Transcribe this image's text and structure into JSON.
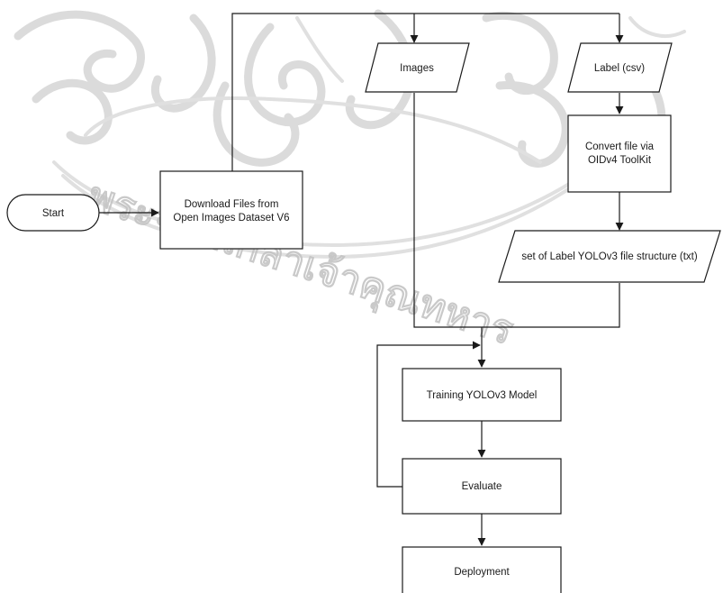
{
  "nodes": {
    "start": {
      "label": "Start"
    },
    "download": {
      "line1": "Download  Files from",
      "line2": "Open Images Dataset V6"
    },
    "images": {
      "label": "Images"
    },
    "label_csv": {
      "label": "Label (csv)"
    },
    "convert": {
      "line1": "Convert file via",
      "line2": "OIDv4 ToolKit"
    },
    "label_yolo": {
      "label": "set of Label YOLOv3 file structure (txt)"
    },
    "training": {
      "label": "Training YOLOv3 Model"
    },
    "evaluate": {
      "label": "Evaluate"
    },
    "deployment": {
      "label": "Deployment"
    }
  },
  "watermark": {
    "text": "พระจอมเกล้าเจ้าคุณทหาร"
  }
}
